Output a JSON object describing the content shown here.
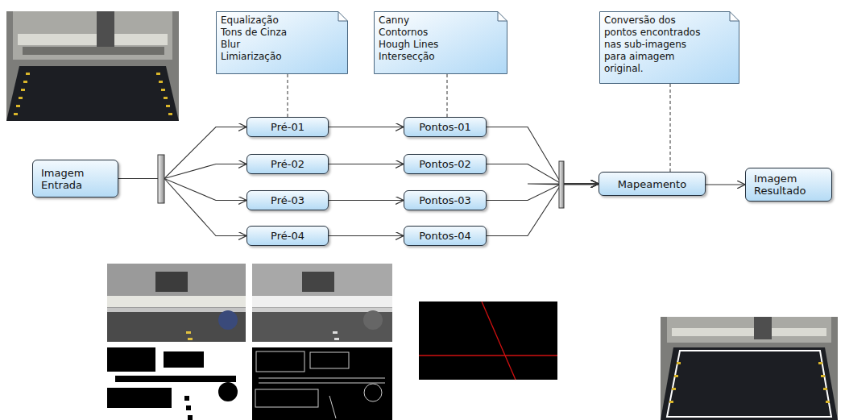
{
  "diagram": {
    "nodes": [
      {
        "text": [
          "Equalização Tons de Cinza Blur Limiarização"
        ]
      },
      {
        "text": [
          "Canny Contornos Hough Lines Intersecção"
        ]
      },
      {
        "text": [
          "Conversão dos pontos encontrados nas sub-imagens para aimagem original."
        ]
      },
      {
        "text": [
          "Imagem Entrada"
        ]
      },
      {
        "text": [
          "Pré-01"
        ]
      },
      {
        "text": [
          "Pré-02"
        ]
      },
      {
        "text": [
          "Pré-03"
        ]
      },
      {
        "text": [
          "Pré-04"
        ]
      },
      {
        "text": [
          "Pontos-01"
        ]
      },
      {
        "text": [
          "Pontos-02"
        ]
      },
      {
        "text": [
          "Pontos-03"
        ]
      },
      {
        "text": [
          "Pontos-04"
        ]
      },
      {
        "text": [
          "Mapeamento"
        ]
      },
      {
        "text": [
          "Imagem Resultado"
        ]
      }
    ],
    "edges": [
      {
        "from": 3,
        "to": 4,
        "arrow": "to"
      },
      {
        "from": 3,
        "to": 5,
        "arrow": "to"
      },
      {
        "from": 3,
        "to": 6,
        "arrow": "to"
      },
      {
        "from": 3,
        "to": 7,
        "arrow": "to"
      },
      {
        "from": 4,
        "to": 8,
        "arrow": "to"
      },
      {
        "from": 5,
        "to": 9,
        "arrow": "to"
      },
      {
        "from": 6,
        "to": 10,
        "arrow": "to"
      },
      {
        "from": 7,
        "to": 11,
        "arrow": "to"
      },
      {
        "from": 8,
        "to": 12,
        "arrow": "to"
      },
      {
        "from": 9,
        "to": 12,
        "arrow": "to"
      },
      {
        "from": 10,
        "to": 12,
        "arrow": "to"
      },
      {
        "from": 11,
        "to": 12,
        "arrow": "to"
      },
      {
        "from": 12,
        "to": 13,
        "arrow": "to"
      },
      {
        "from": 0,
        "to": 4,
        "arrow": "none"
      },
      {
        "from": 1,
        "to": 8,
        "arrow": "none"
      },
      {
        "from": 2,
        "to": 12,
        "arrow": "none"
      }
    ]
  }
}
